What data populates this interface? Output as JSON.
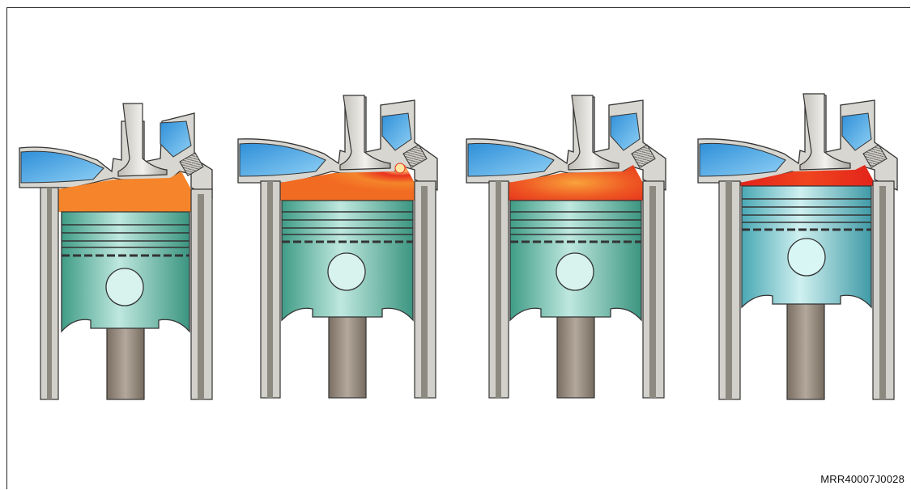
{
  "figure": {
    "reference_code": "MRR40007J0028",
    "panels": [
      {
        "id": 1,
        "piston_level": 0.0,
        "flame": "uniform-orange"
      },
      {
        "id": 2,
        "piston_level": 0.5,
        "flame": "ignition-at-spark-plug"
      },
      {
        "id": 3,
        "piston_level": 0.5,
        "flame": "spreading-red-front"
      },
      {
        "id": 4,
        "piston_level": 1.0,
        "flame": "full-combustion"
      }
    ],
    "colors": {
      "cylinder_wall": "#c9c7c2",
      "connecting_rod": "#8a7f72",
      "coolant_passage": "#4aa6e0",
      "piston_body": "#6fc8b2",
      "charge_orange": "#f5842a",
      "flame_red": "#e8321e",
      "outline": "#333333"
    }
  }
}
